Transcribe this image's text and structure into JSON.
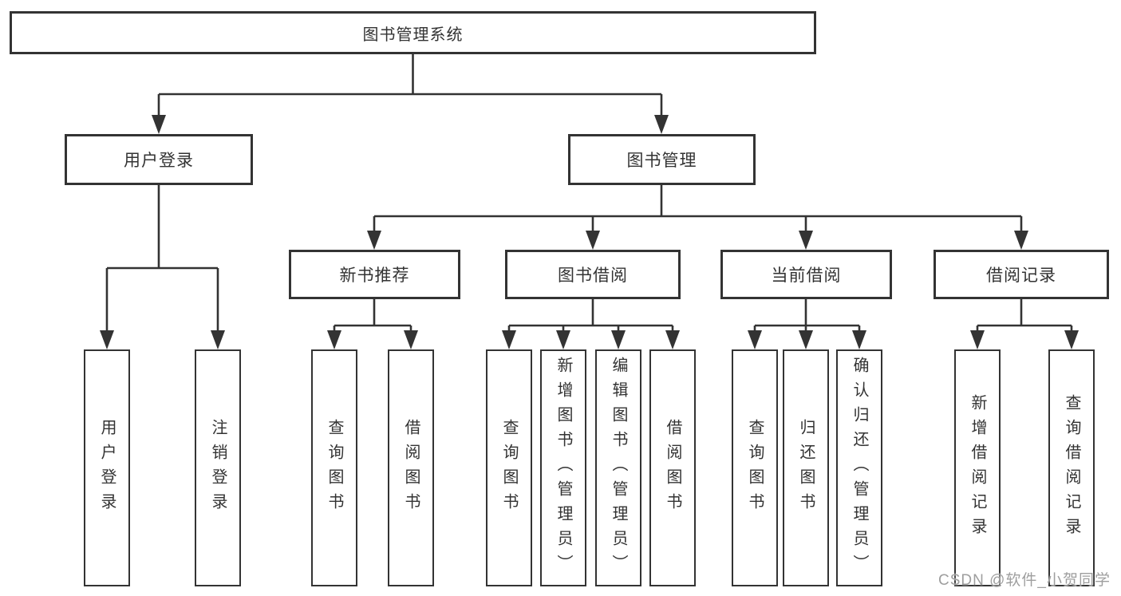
{
  "diagram": {
    "type": "hierarchy-tree",
    "orientation": "top-down",
    "colors": {
      "background": "#ffffff",
      "box_fill": "#ffffff",
      "box_border": "#333333",
      "line": "#333333",
      "text": "#333333",
      "watermark": "#9e9e9e"
    },
    "tree": {
      "label": "图书管理系统",
      "children": [
        {
          "label": "用户登录",
          "children": [
            {
              "label": "用户登录"
            },
            {
              "label": "注销登录"
            }
          ]
        },
        {
          "label": "图书管理",
          "children": [
            {
              "label": "新书推荐",
              "children": [
                {
                  "label": "查询图书"
                },
                {
                  "label": "借阅图书"
                }
              ]
            },
            {
              "label": "图书借阅",
              "children": [
                {
                  "label": "查询图书"
                },
                {
                  "label": "新增图书（管理员）"
                },
                {
                  "label": "编辑图书（管理员）"
                },
                {
                  "label": "借阅图书"
                }
              ]
            },
            {
              "label": "当前借阅",
              "children": [
                {
                  "label": "查询图书"
                },
                {
                  "label": "归还图书"
                },
                {
                  "label": "确认归还（管理员）"
                }
              ]
            },
            {
              "label": "借阅记录",
              "children": [
                {
                  "label": "新增借阅记录"
                },
                {
                  "label": "查询借阅记录"
                }
              ]
            }
          ]
        }
      ]
    },
    "watermark": "CSDN @软件_小贺同学"
  }
}
